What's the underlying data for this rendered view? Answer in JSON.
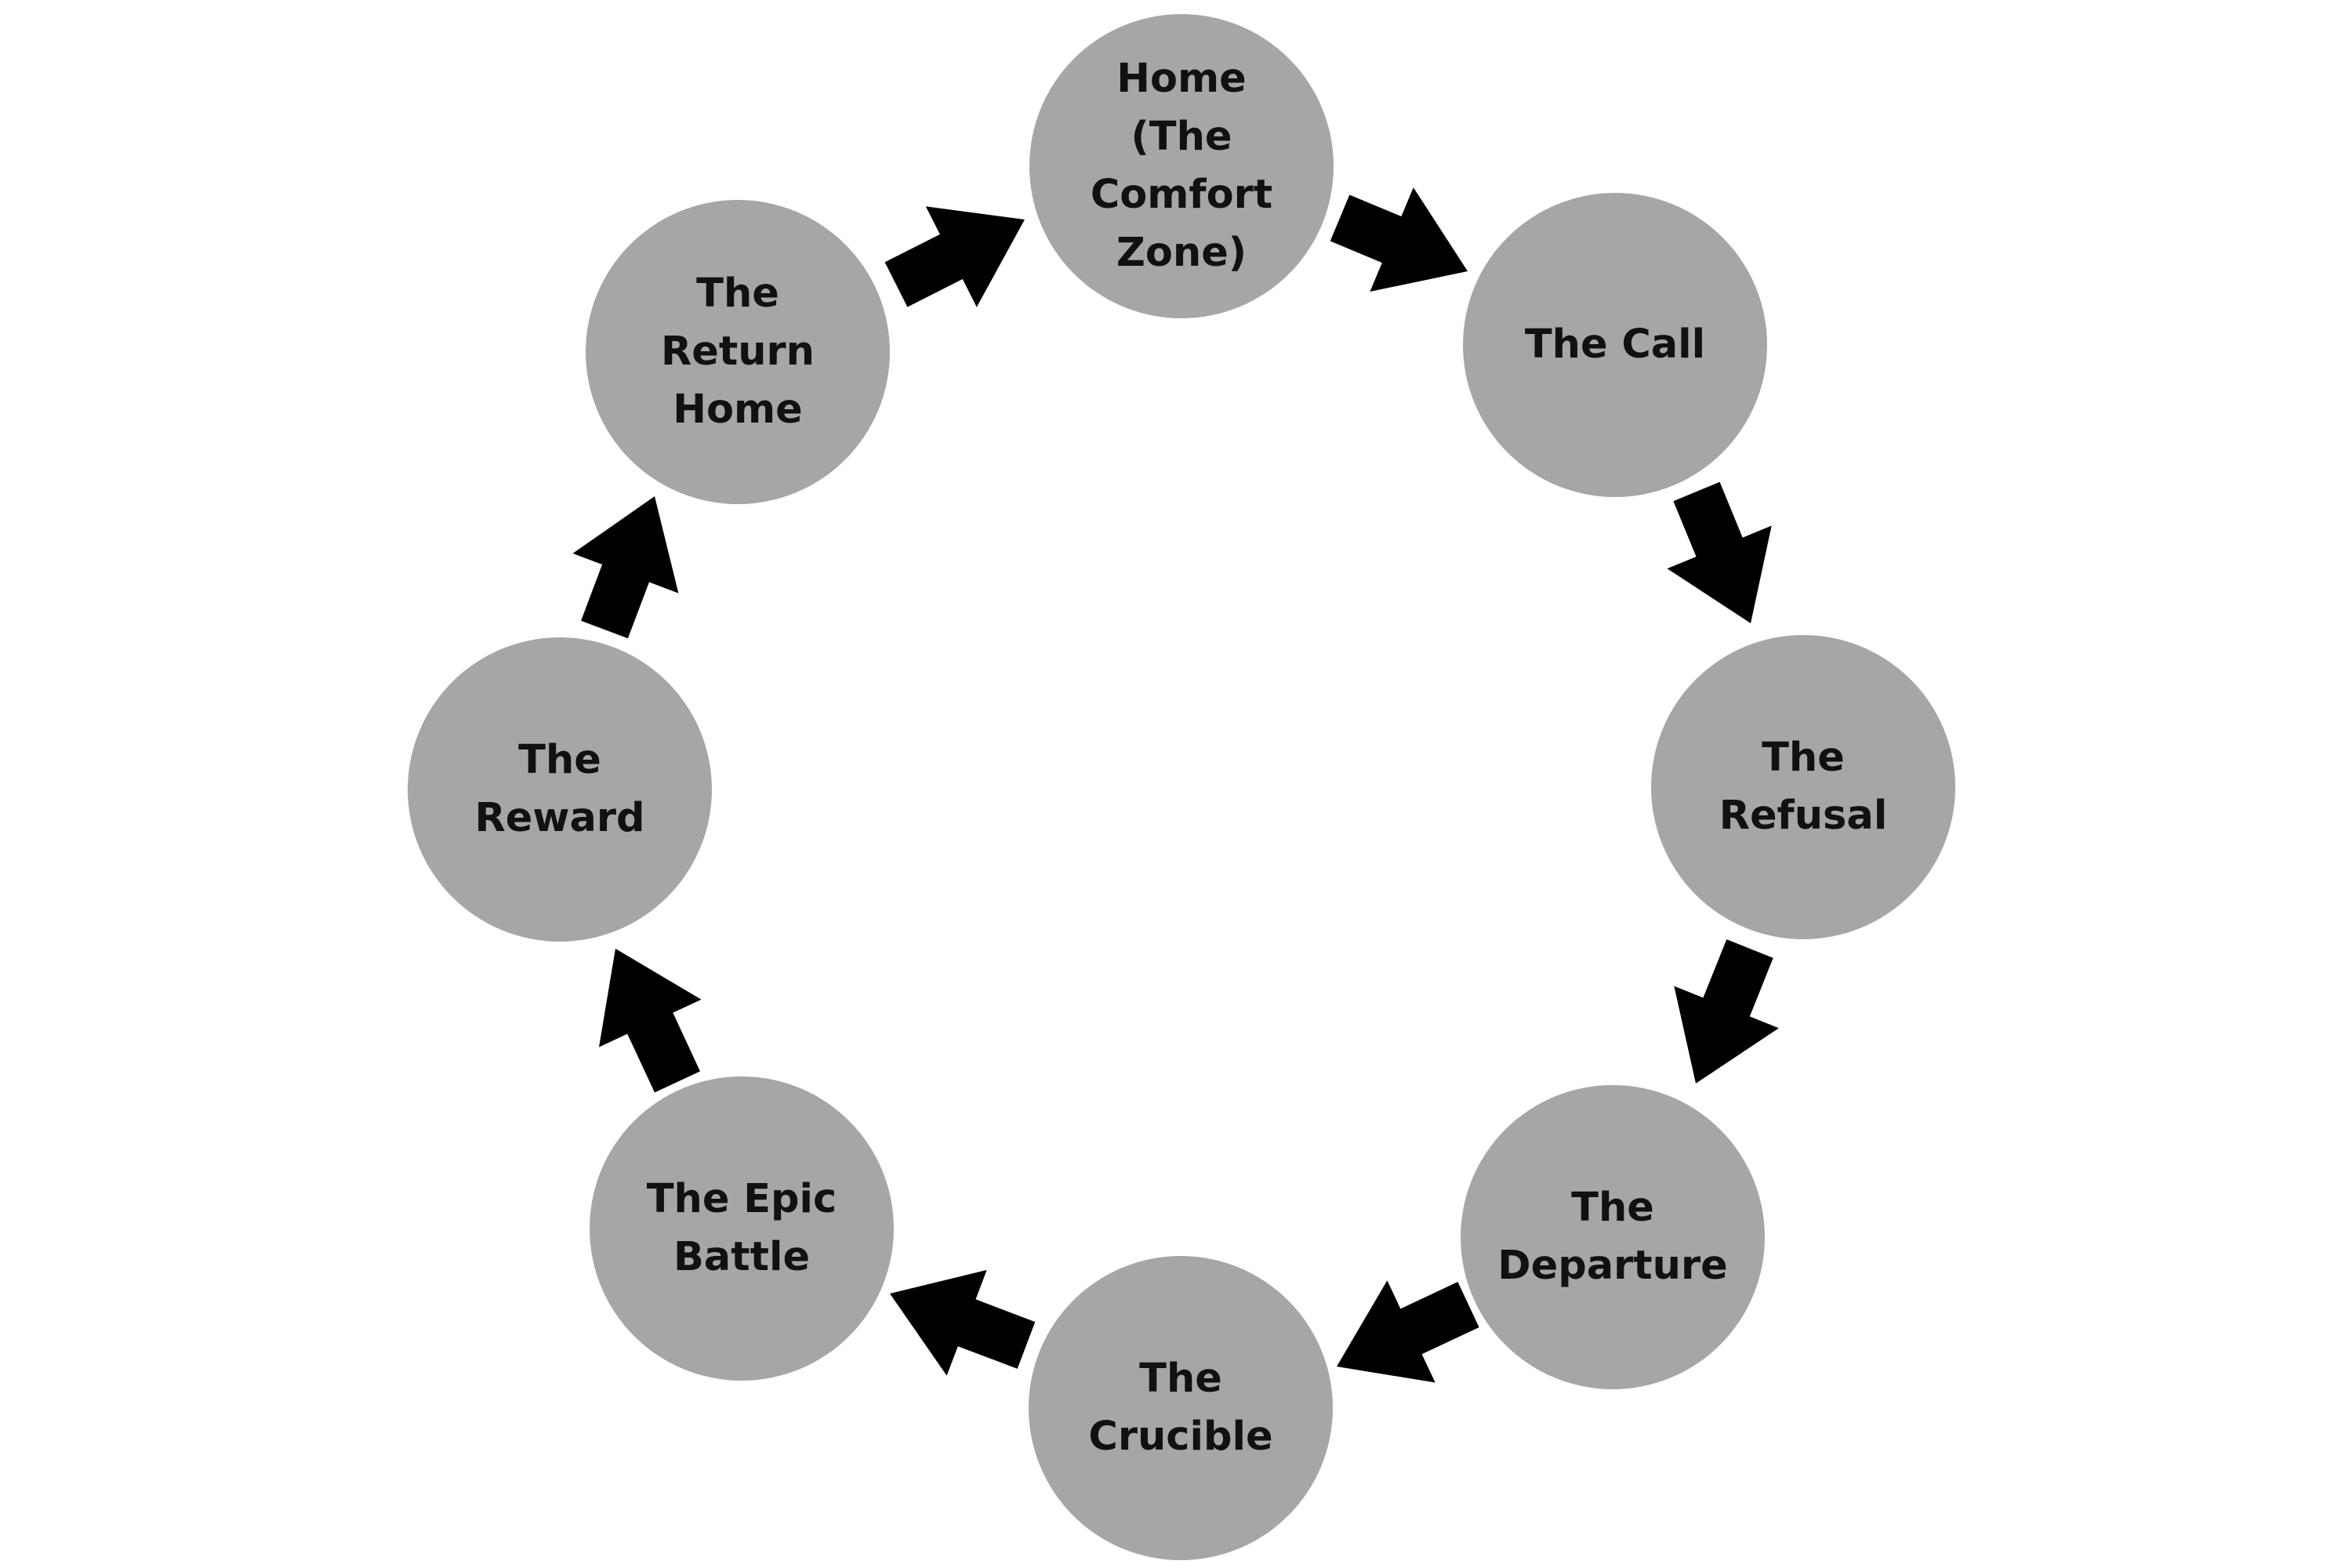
{
  "diagram": {
    "arrow_color": "#000000",
    "circle_color": "#a6a6a6",
    "stages": [
      {
        "id": "home",
        "label": "Home (The\nComfort\nZone)"
      },
      {
        "id": "call",
        "label": "The Call"
      },
      {
        "id": "refusal",
        "label": "The\nRefusal"
      },
      {
        "id": "departure",
        "label": "The\nDeparture"
      },
      {
        "id": "crucible",
        "label": "The\nCrucible"
      },
      {
        "id": "battle",
        "label": "The Epic\nBattle"
      },
      {
        "id": "reward",
        "label": "The\nReward"
      },
      {
        "id": "return",
        "label": "The Return\nHome"
      }
    ]
  }
}
